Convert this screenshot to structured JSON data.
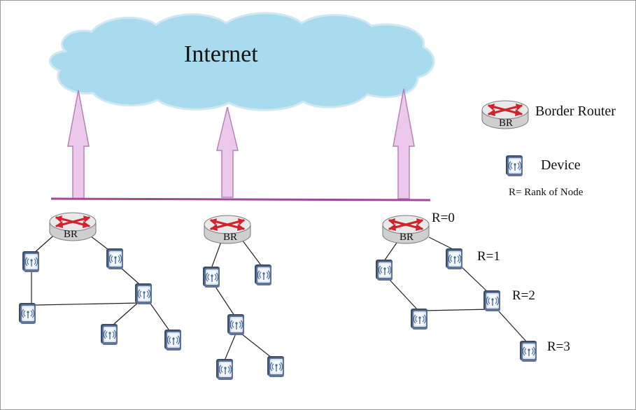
{
  "cloud": {
    "label": "Internet"
  },
  "legend": {
    "router_label": "Border Router",
    "device_label": "Device",
    "rank_note": "R= Rank of Node"
  },
  "router_badge": "BR",
  "ranks": {
    "r0": "R=0",
    "r1": "R=1",
    "r2": "R=2",
    "r3": "R=3"
  },
  "colors": {
    "cloud_fill": "#a9dbee",
    "cloud_stroke": "#cfe8f2",
    "arrow_fill": "#ecc9ec",
    "arrow_stroke": "#b782b8",
    "backbone": "#a3479c",
    "link": "#222222"
  }
}
